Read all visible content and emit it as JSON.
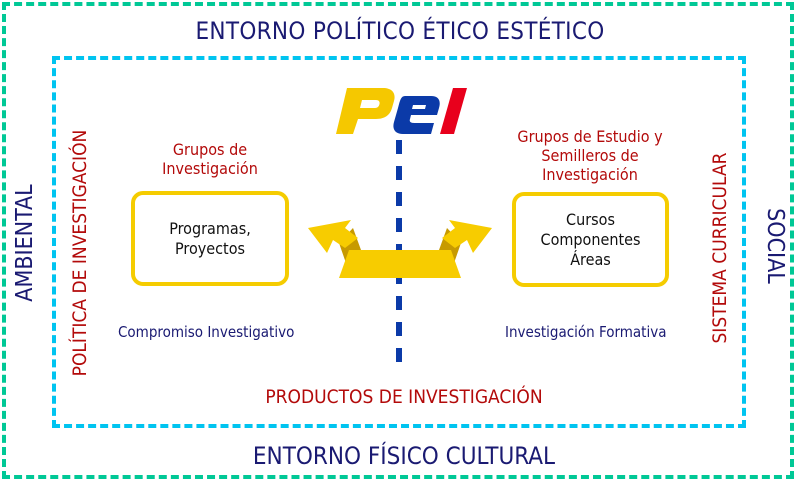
{
  "diagram": {
    "outer_border": {
      "top_label": "ENTORNO POLÍTICO ÉTICO ESTÉTICO",
      "bottom_label": "ENTORNO FÍSICO CULTURAL",
      "left_label": "AMBIENTAL",
      "right_label": "SOCIAL",
      "color": "#00c896"
    },
    "inner_border": {
      "left_label": "POLÍTICA DE INVESTIGACIÓN",
      "right_label": "SISTEMA CURRICULAR",
      "bottom_label": "PRODUCTOS DE INVESTIGACIÓN",
      "color": "#00c4f0"
    },
    "logo": {
      "letters": [
        "P",
        "e",
        "I"
      ],
      "colors": [
        "#f5c800",
        "#0b3aa8",
        "#e8001c"
      ]
    },
    "left_group": {
      "title_line1": "Grupos de",
      "title_line2": "Investigación",
      "box_line1": "Programas,",
      "box_line2": "Proyectos",
      "caption": "Compromiso Investigativo"
    },
    "right_group": {
      "title_line1": "Grupos de Estudio y",
      "title_line2": "Semilleros de",
      "title_line3": "Investigación",
      "box_line1": "Cursos",
      "box_line2": "Componentes",
      "box_line3": "Áreas",
      "caption": "Investigación Formativa"
    },
    "colors": {
      "navy": "#1a1a72",
      "red": "#b30a0a",
      "yellow": "#f5cc00",
      "divider_blue": "#0b3aa8"
    }
  }
}
